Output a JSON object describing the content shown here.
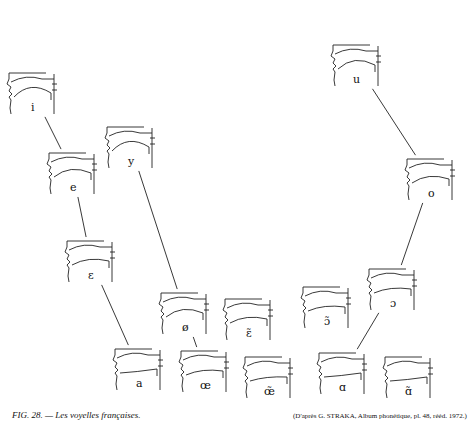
{
  "diagram": {
    "caption": "FIG. 28. — Les voyelles françaises.",
    "nodes": [
      {
        "text": [
          "i"
        ]
      },
      {
        "text": [
          "e"
        ]
      },
      {
        "text": [
          "ε"
        ]
      },
      {
        "text": [
          "a"
        ]
      },
      {
        "text": [
          "y"
        ]
      },
      {
        "text": [
          "ø"
        ]
      },
      {
        "text": [
          "œ"
        ]
      },
      {
        "text": [
          "ɛ̃"
        ]
      },
      {
        "text": [
          "œ̃"
        ]
      },
      {
        "text": [
          "u"
        ]
      },
      {
        "text": [
          "o"
        ]
      },
      {
        "text": [
          "ɔ"
        ]
      },
      {
        "text": [
          "ɔ̃"
        ]
      },
      {
        "text": [
          "ɑ"
        ]
      },
      {
        "text": [
          "ɑ̃"
        ]
      }
    ],
    "edges": [
      {
        "from": 0,
        "to": 1,
        "arrow": "none"
      },
      {
        "from": 1,
        "to": 2,
        "arrow": "none"
      },
      {
        "from": 2,
        "to": 3,
        "arrow": "none"
      },
      {
        "from": 4,
        "to": 5,
        "arrow": "none"
      },
      {
        "from": 5,
        "to": 6,
        "arrow": "none"
      },
      {
        "from": 9,
        "to": 10,
        "arrow": "none"
      },
      {
        "from": 10,
        "to": 11,
        "arrow": "none"
      },
      {
        "from": 11,
        "to": 13,
        "arrow": "none"
      }
    ],
    "labels": [
      "(D'après G. STRAKA, Album phonétique, pl. 48, rééd. 1972.)"
    ]
  }
}
